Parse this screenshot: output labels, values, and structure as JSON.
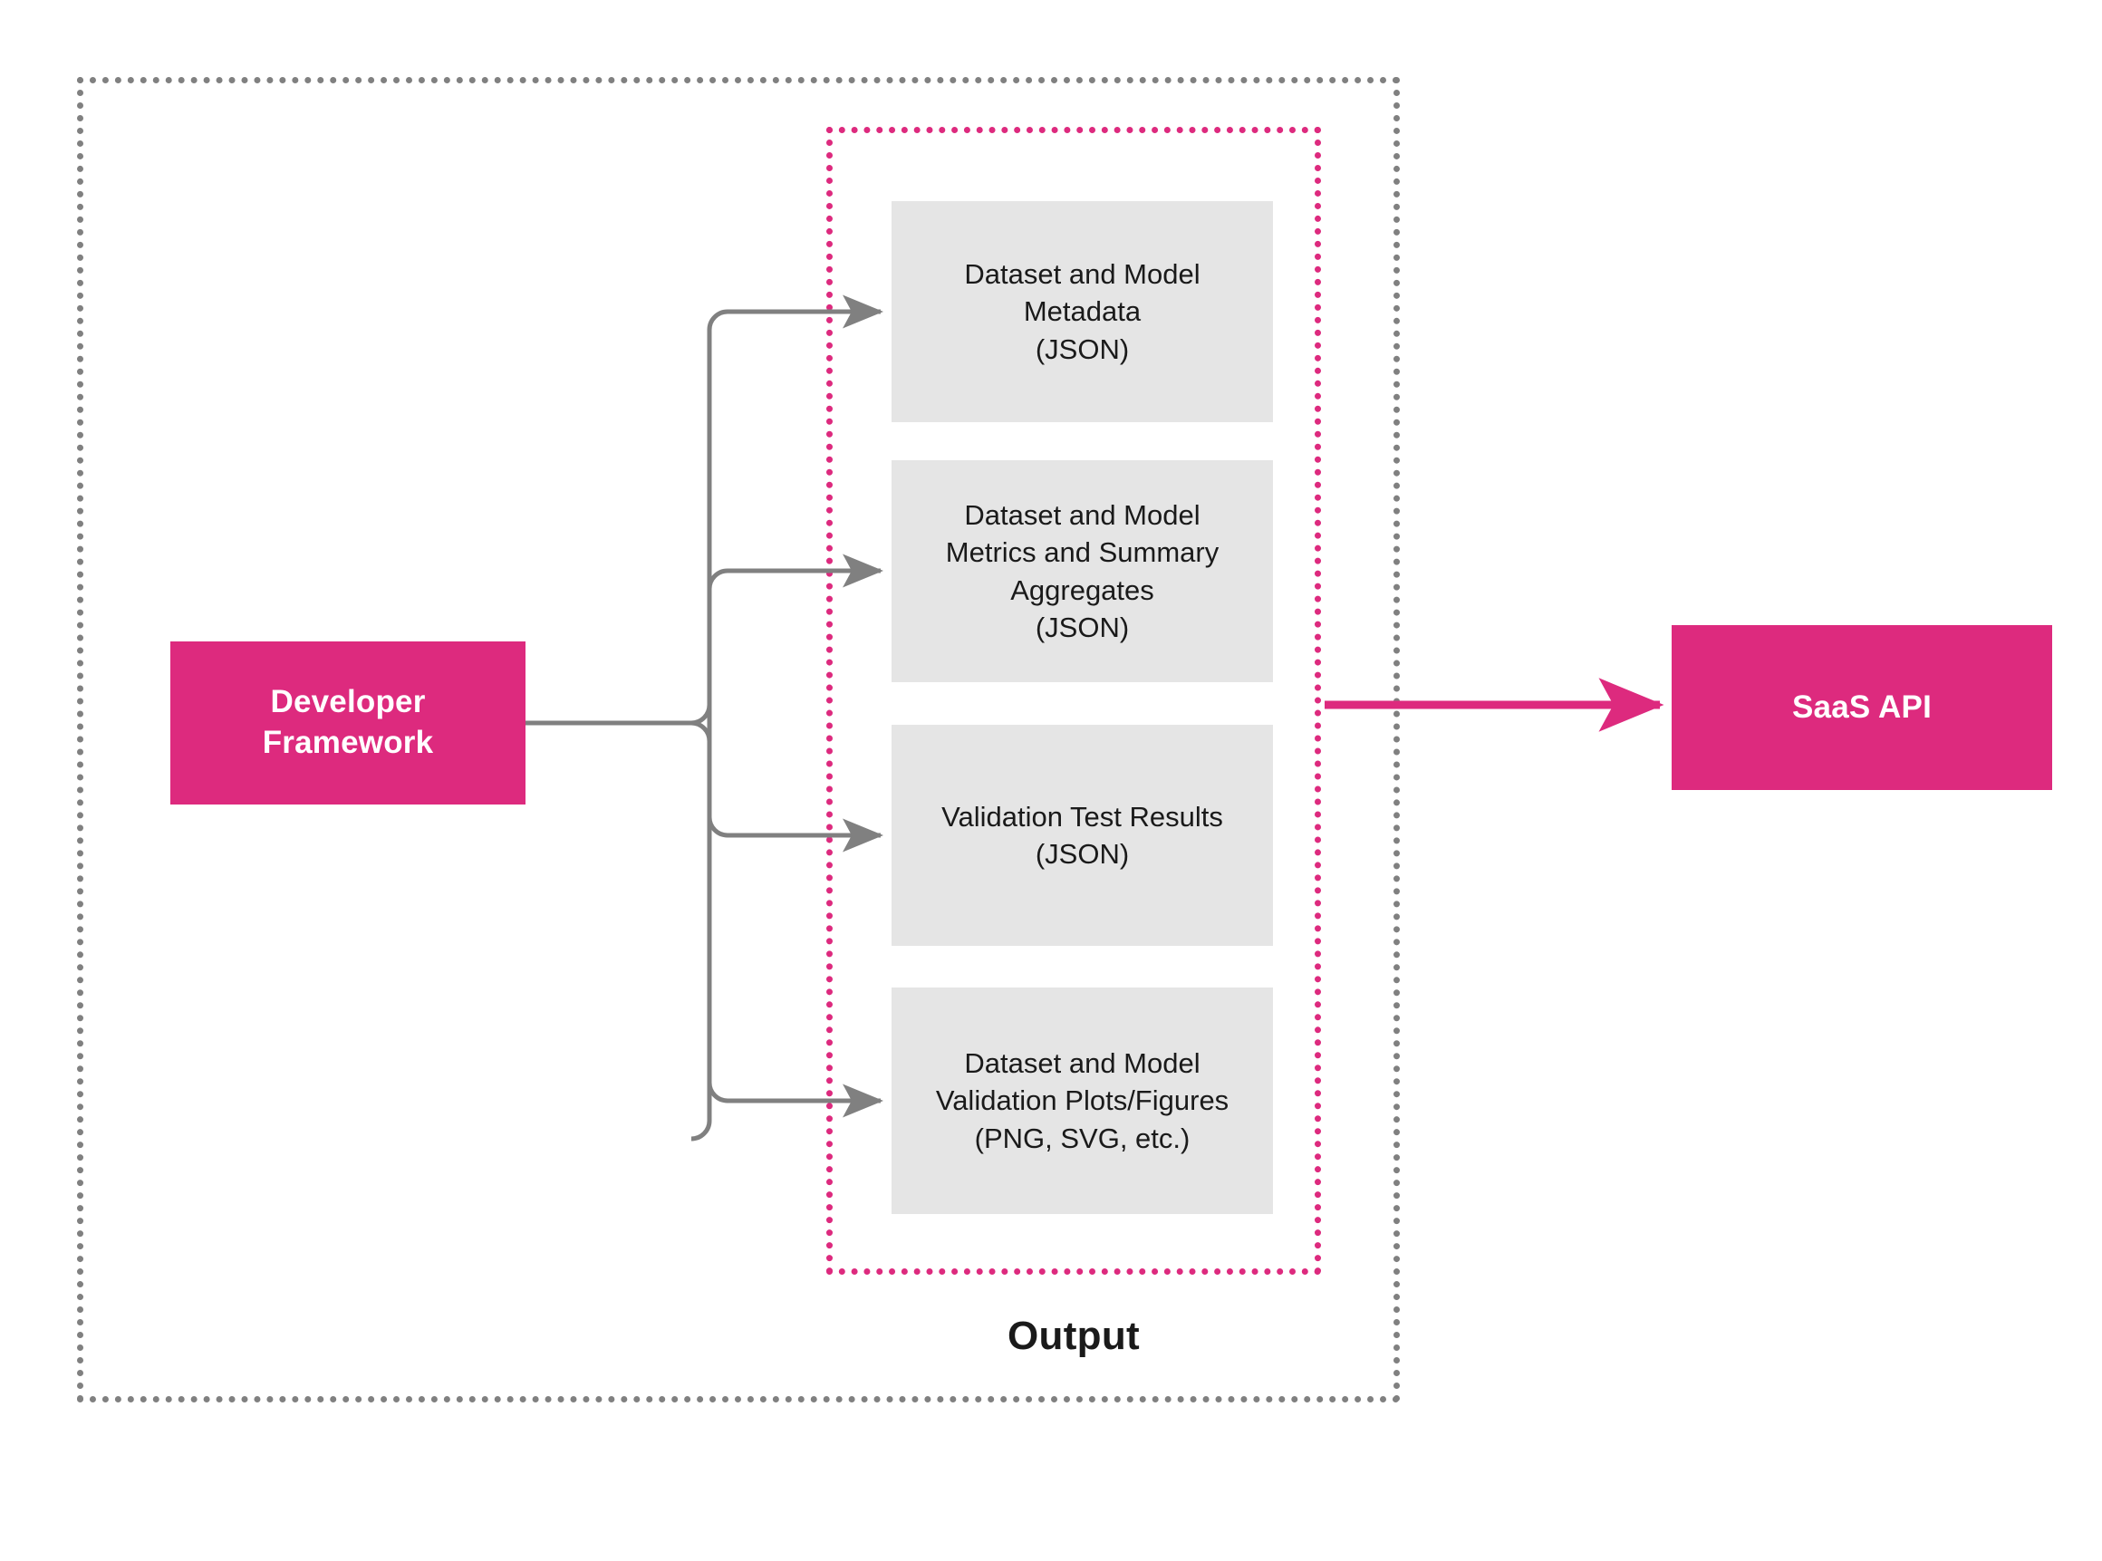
{
  "diagram": {
    "title_visible": false,
    "colors": {
      "brand_pink": "#DD2A7E",
      "artifact_gray": "#E5E5E5",
      "connector_gray": "#808080",
      "outer_border_gray": "#808080",
      "text_dark": "#1A1A1A",
      "text_on_pink": "#FFFFFF",
      "background": "#FFFFFF"
    },
    "source_node": {
      "label": "Developer Framework",
      "line1": "Developer",
      "line2": "Framework"
    },
    "target_node": {
      "label": "SaaS API"
    },
    "output_group": {
      "caption": "Output",
      "items": [
        {
          "id": "metadata",
          "line1": "Dataset and Model",
          "line2": "Metadata",
          "line3": "(JSON)",
          "format": "JSON"
        },
        {
          "id": "metrics",
          "line1": "Dataset and Model",
          "line2": "Metrics and Summary",
          "line3": "Aggregates",
          "line4": "(JSON)",
          "format": "JSON"
        },
        {
          "id": "validation-tests",
          "line1": "Validation Test Results",
          "line2": "(JSON)",
          "format": "JSON"
        },
        {
          "id": "plots",
          "line1": "Dataset and Model",
          "line2": "Validation Plots/Figures",
          "line3": "(PNG, SVG, etc.)",
          "format": "PNG, SVG, etc."
        }
      ]
    },
    "edges": [
      {
        "from": "Developer Framework",
        "to": "Dataset and Model Metadata (JSON)",
        "style": "orthogonal-gray-arrow"
      },
      {
        "from": "Developer Framework",
        "to": "Dataset and Model Metrics and Summary Aggregates (JSON)",
        "style": "orthogonal-gray-arrow"
      },
      {
        "from": "Developer Framework",
        "to": "Validation Test Results (JSON)",
        "style": "orthogonal-gray-arrow"
      },
      {
        "from": "Developer Framework",
        "to": "Dataset and Model Validation Plots/Figures (PNG, SVG, etc.)",
        "style": "orthogonal-gray-arrow"
      },
      {
        "from": "Output",
        "to": "SaaS API",
        "style": "straight-pink-arrow"
      }
    ]
  }
}
